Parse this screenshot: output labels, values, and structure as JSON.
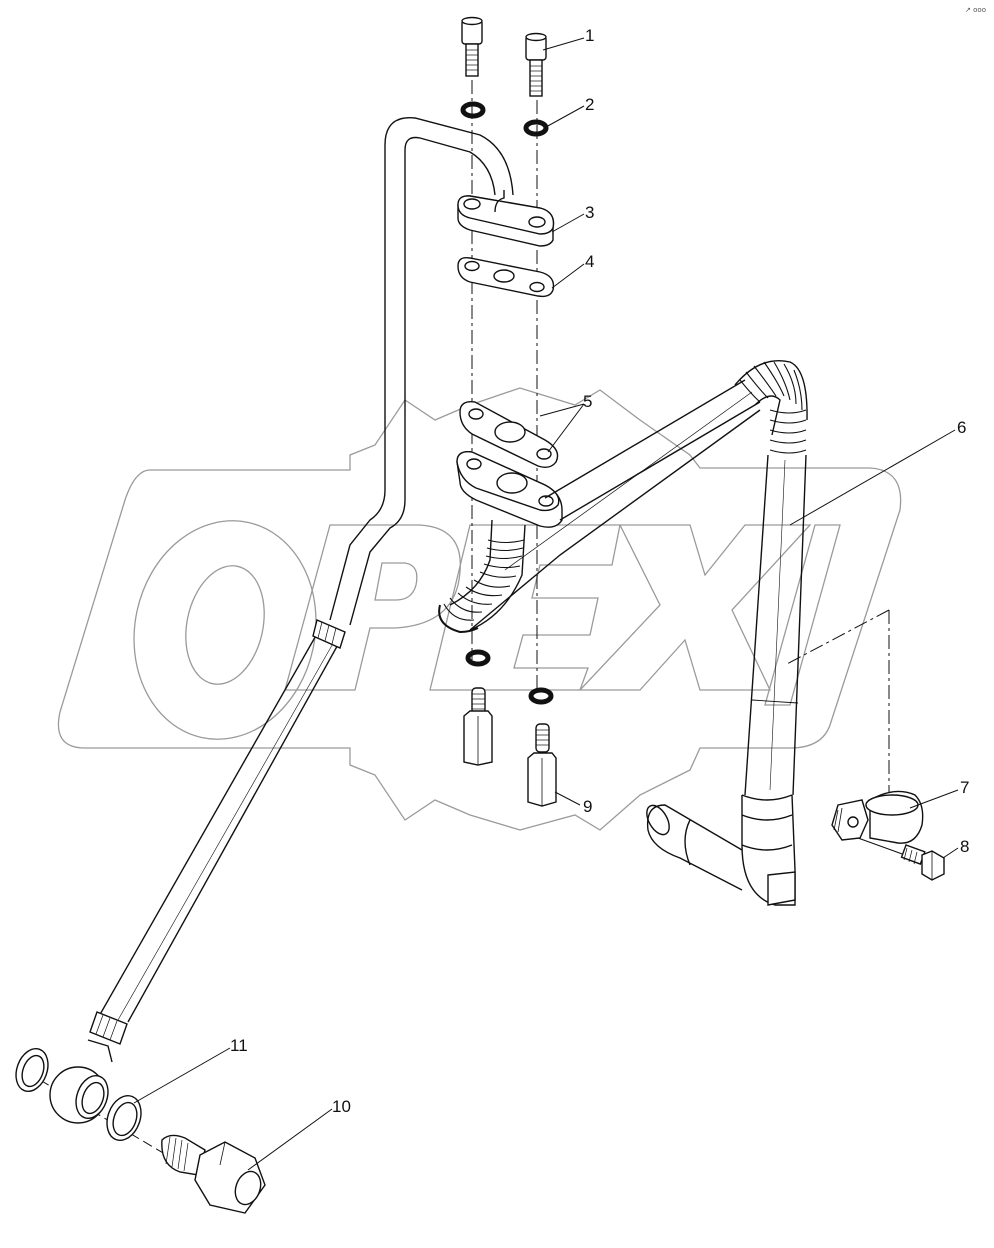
{
  "drawing": {
    "type": "exploded-parts-diagram",
    "watermark": "OPEX",
    "corner_mark": "↗ ooo",
    "line_color": "#111111",
    "watermark_color": "#9a9a9a",
    "background": "#ffffff"
  },
  "callouts": [
    {
      "number": "1",
      "label": "1",
      "part": "socket head cap screw"
    },
    {
      "number": "2",
      "label": "2",
      "part": "sealing washer"
    },
    {
      "number": "3",
      "label": "3",
      "part": "oil feed pipe flange"
    },
    {
      "number": "4",
      "label": "4",
      "part": "flange gasket"
    },
    {
      "number": "5",
      "label": "5",
      "part": "flange gaskets (return line)"
    },
    {
      "number": "6",
      "label": "6",
      "part": "oil return pipe"
    },
    {
      "number": "7",
      "label": "7",
      "part": "pipe clamp"
    },
    {
      "number": "8",
      "label": "8",
      "part": "hex bolt"
    },
    {
      "number": "9",
      "label": "9",
      "part": "stud bolt with hex nut"
    },
    {
      "number": "10",
      "label": "10",
      "part": "banjo bolt"
    },
    {
      "number": "11",
      "label": "11",
      "part": "sealing ring"
    }
  ]
}
